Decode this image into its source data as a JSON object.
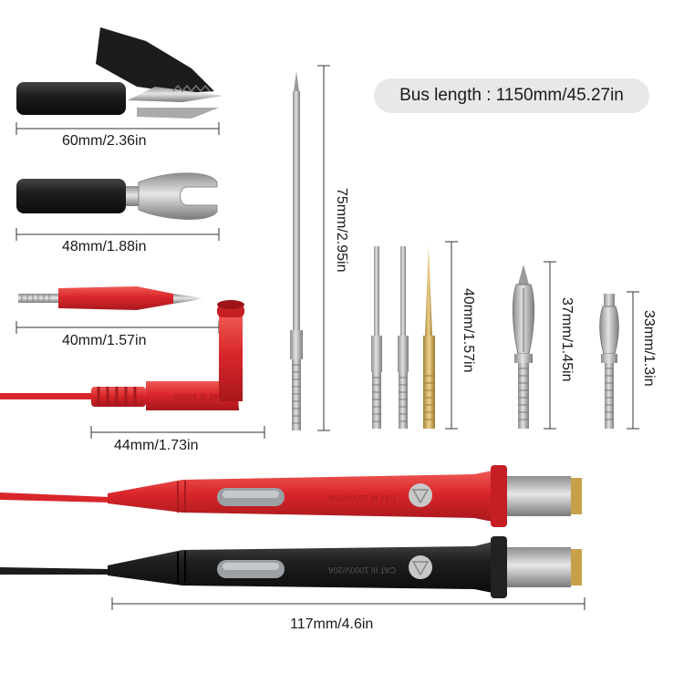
{
  "bus_length": "Bus length : 1150mm/45.27in",
  "dimensions": {
    "alligator": "60mm/2.36in",
    "spade": "48mm/1.88in",
    "tip": "40mm/1.57in",
    "plug": "44mm/1.73in",
    "long_needle": "75mm/2.95in",
    "short_needles": "40mm/1.57in",
    "banana_pin": "37mm/1.45in",
    "small_banana": "33mm/1.3in",
    "probes": "117mm/4.6in"
  },
  "colors": {
    "red": "#d8262b",
    "black": "#1c1c1c",
    "steel": "#b8b8b8",
    "gold": "#d6b25a"
  }
}
